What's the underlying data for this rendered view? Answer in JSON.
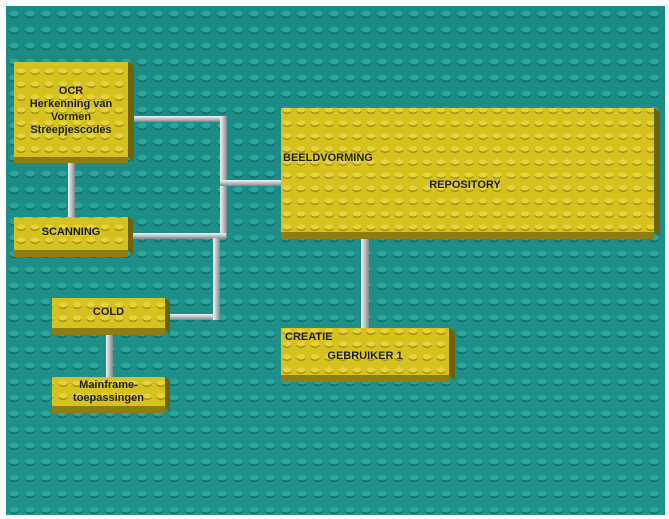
{
  "colors": {
    "board": "#1f8f88",
    "board_dark": "#0f6e69",
    "brick": "#d6c21f",
    "brick_side": "#8d7d12",
    "pipe": "#d4dbdc"
  },
  "blocks": {
    "ocr": {
      "lines": [
        "OCR",
        "Herkenning van",
        "Vormen",
        "Streepjescodes"
      ]
    },
    "scanning": {
      "label": "SCANNING"
    },
    "cold": {
      "label": "COLD"
    },
    "mainframe": {
      "lines": [
        "Mainframe-",
        "toepassingen"
      ]
    },
    "repository": {
      "left_label": "BEELDVORMING",
      "label": "REPOSITORY"
    },
    "creatie": {
      "left_label": "CREATIE",
      "label": "GEBRUIKER 1"
    }
  }
}
